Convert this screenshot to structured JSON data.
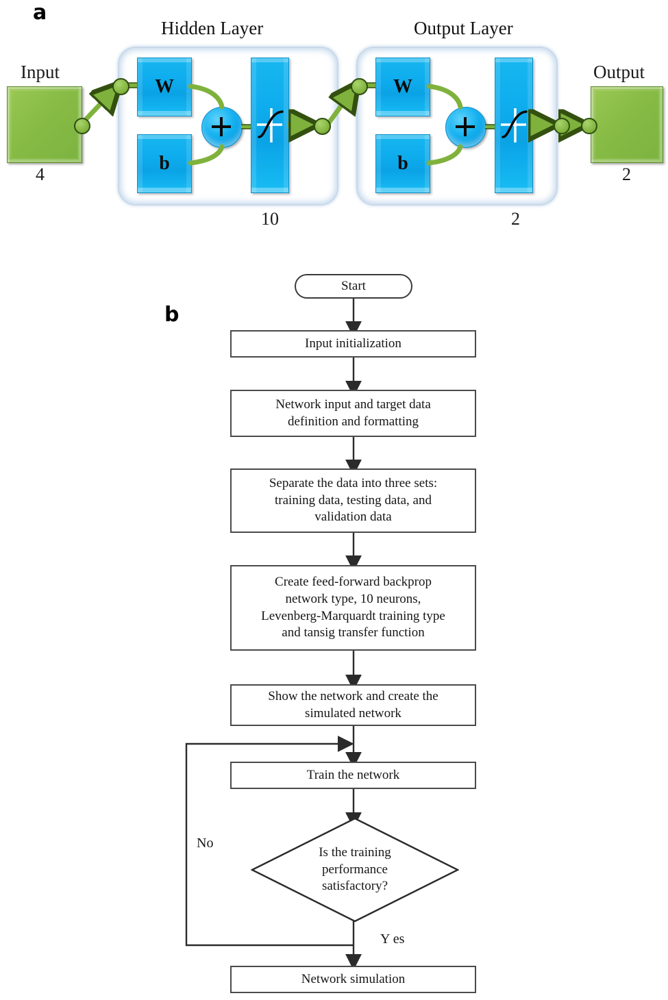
{
  "figure": {
    "panel_a_letter": "a",
    "panel_b_letter": "b"
  },
  "network_diagram": {
    "hidden_layer_title": "Hidden Layer",
    "output_layer_title": "Output Layer",
    "input_label": "Input",
    "input_count": "4",
    "output_label": "Output",
    "output_count": "2",
    "hidden_neuron_count": "10",
    "output_neuron_count": "2",
    "hidden_weight_label": "W",
    "hidden_bias_label": "b",
    "output_weight_label": "W",
    "output_bias_label": "b",
    "sum_symbol": "+",
    "colors": {
      "io_green": "#86bb45",
      "block_blue": "#0eaced",
      "link_green": "#7fb23c",
      "layer_border": "#c8d8e8"
    }
  },
  "flowchart": {
    "start_label": "Start",
    "steps": [
      "Input initialization",
      "Network input and target data\ndefinition and formatting",
      "Separate the data into three sets:\ntraining data, testing data, and\nvalidation data",
      "Create feed-forward backprop\nnetwork type, 10 neurons,\nLevenberg-Marquardt training type\nand tansig transfer function",
      "Show the network and create the\nsimulated network",
      "Train the network"
    ],
    "decision": "Is the training\nperformance\nsatisfactory?",
    "branch_no": "No",
    "branch_yes": "Y es",
    "final_step": "Network simulation"
  }
}
